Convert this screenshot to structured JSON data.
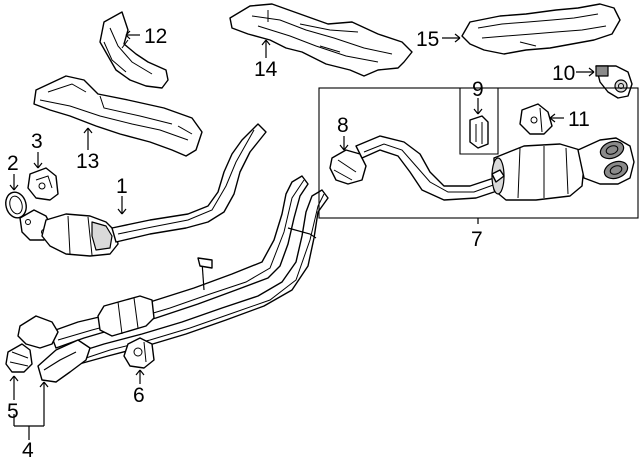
{
  "callouts": {
    "c1": "1",
    "c2": "2",
    "c3": "3",
    "c4": "4",
    "c5": "5",
    "c6": "6",
    "c7": "7",
    "c8": "8",
    "c9": "9",
    "c10": "10",
    "c11": "11",
    "c12": "12",
    "c13": "13",
    "c14": "14",
    "c15": "15"
  },
  "parts": [
    {
      "callout": "1",
      "part": "catalytic-converter-front-pipe"
    },
    {
      "callout": "2",
      "part": "gasket"
    },
    {
      "callout": "3",
      "part": "heat-shield"
    },
    {
      "callout": "4",
      "part": "intermediate-pipe-assembly"
    },
    {
      "callout": "5",
      "part": "clamp"
    },
    {
      "callout": "6",
      "part": "hanger"
    },
    {
      "callout": "7",
      "part": "muffler-tailpipe-assembly"
    },
    {
      "callout": "8",
      "part": "clamp"
    },
    {
      "callout": "9",
      "part": "hanger"
    },
    {
      "callout": "10",
      "part": "bracket"
    },
    {
      "callout": "11",
      "part": "hanger"
    },
    {
      "callout": "12",
      "part": "heat-shield"
    },
    {
      "callout": "13",
      "part": "heat-shield"
    },
    {
      "callout": "14",
      "part": "heat-shield"
    },
    {
      "callout": "15",
      "part": "heat-shield"
    }
  ]
}
